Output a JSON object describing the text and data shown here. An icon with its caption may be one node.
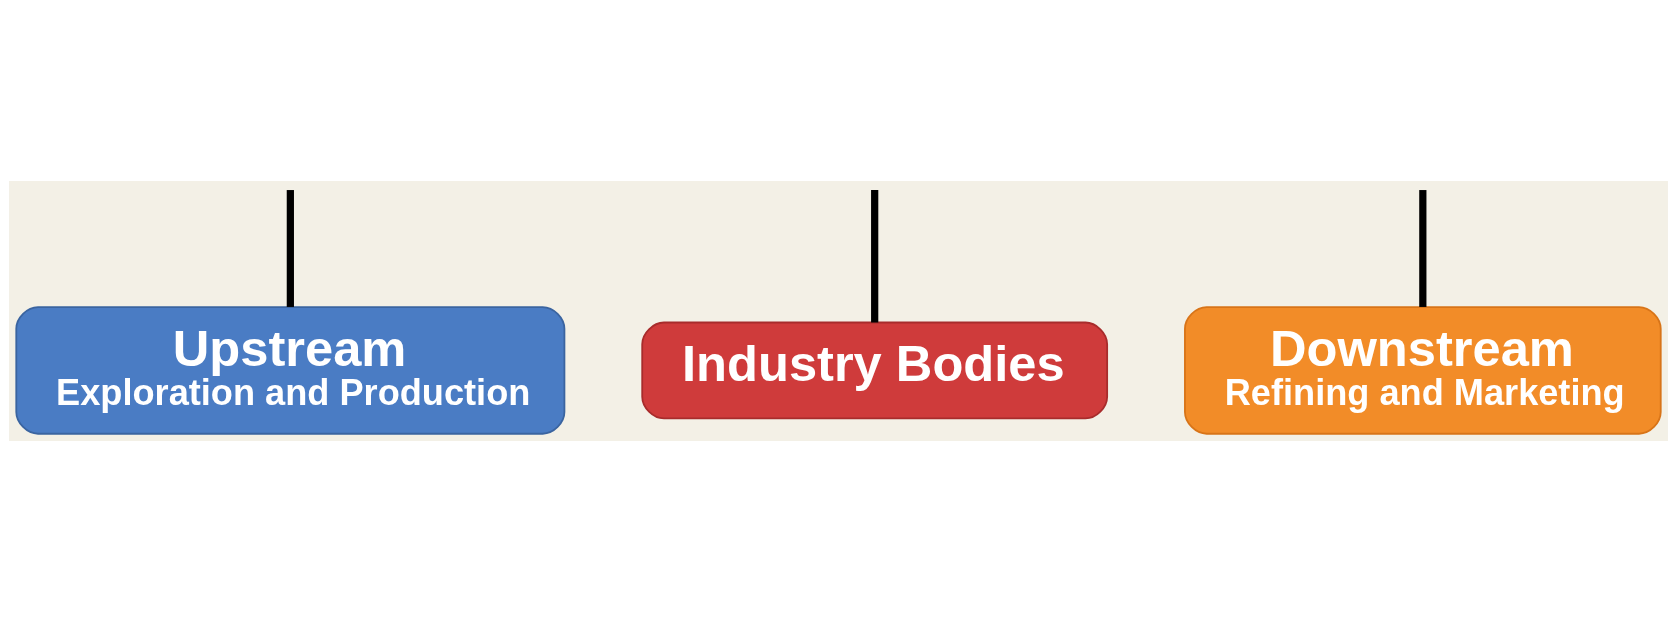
{
  "diagram": {
    "nodes": [
      {
        "text": [
          "Upstream",
          "Exploration and Production"
        ]
      },
      {
        "text": [
          "Industry Bodies"
        ]
      },
      {
        "text": [
          "Downstream",
          "Refining and Marketing"
        ]
      }
    ],
    "edges": [
      {
        "from": null,
        "to": 0,
        "arrow": "none"
      },
      {
        "from": null,
        "to": 1,
        "arrow": "none"
      },
      {
        "from": null,
        "to": 2,
        "arrow": "none"
      }
    ]
  }
}
